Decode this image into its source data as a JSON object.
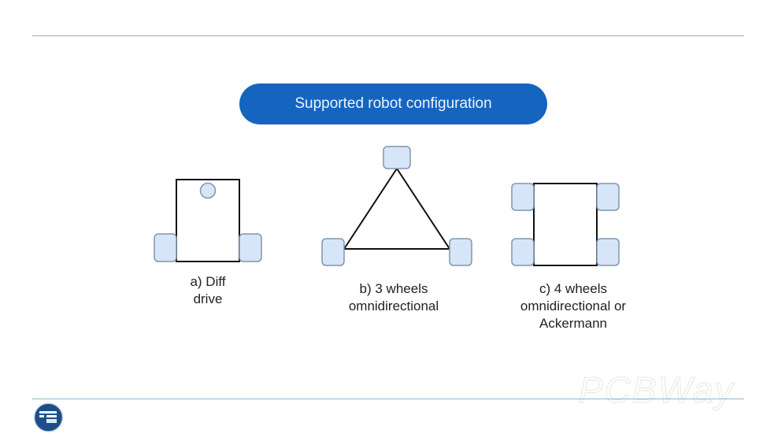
{
  "slide": {
    "title": "Supported robot configuration",
    "colors": {
      "title_bg": "#1565c0",
      "title_text": "#e8f4ff",
      "wheel_fill": "#d6e6f8",
      "wheel_stroke": "#7f95ad",
      "rule": "#8fb3c9"
    }
  },
  "configurations": [
    {
      "id": "a",
      "label_line1": "a) Diff",
      "label_line2": "drive"
    },
    {
      "id": "b",
      "label_line1": "b) 3 wheels",
      "label_line2": "omnidirectional"
    },
    {
      "id": "c",
      "label_line1": "c) 4 wheels",
      "label_line2": "omnidirectional or",
      "label_line3": "Ackermann"
    }
  ],
  "watermark": {
    "text": "PCBWay"
  },
  "logo": {
    "icon": "organization-logo-icon"
  }
}
